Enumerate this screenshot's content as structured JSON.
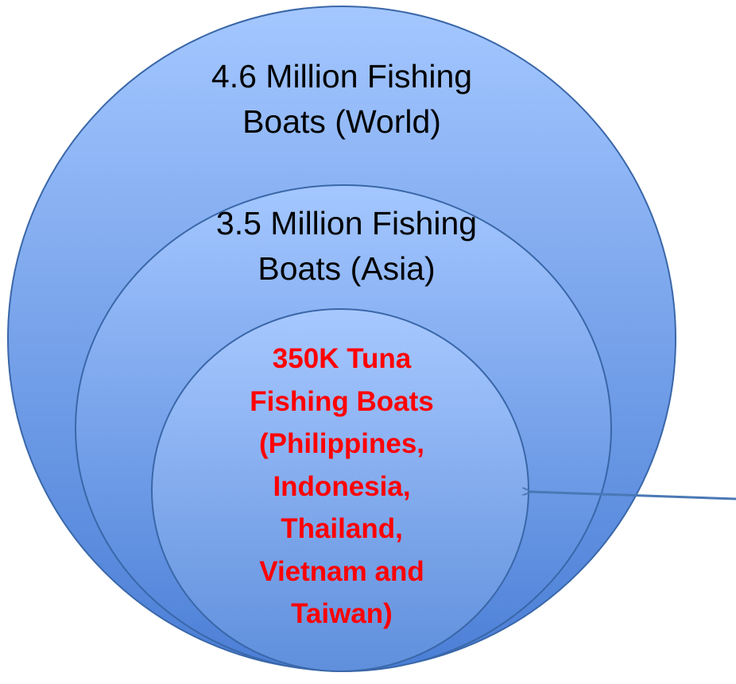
{
  "diagram": {
    "type": "nested-circles",
    "levels": [
      {
        "name": "world",
        "lines": [
          "4.6 Million Fishing",
          "Boats (World)"
        ],
        "value": 4600000,
        "fill_top": "#a4c7ff",
        "fill_bottom": "#4a7ed6"
      },
      {
        "name": "asia",
        "lines": [
          "3.5 Million Fishing",
          "Boats (Asia)"
        ],
        "value": 3500000,
        "fill_top": "#a4c7ff",
        "fill_bottom": "#4a7ed6"
      },
      {
        "name": "tuna",
        "lines": [
          "350K Tuna",
          "Fishing Boats",
          "(Philippines,",
          "Indonesia,",
          "Thailand,",
          "Vietnam and",
          "Taiwan)"
        ],
        "value": 350000,
        "fill_top": "#a7c8ff",
        "fill_bottom": "#5f8fdc"
      }
    ],
    "text_color": "#000000",
    "highlight_color": "#ff0000",
    "stroke_color": "#3a67a8",
    "arrow_color": "#4a78b5"
  }
}
